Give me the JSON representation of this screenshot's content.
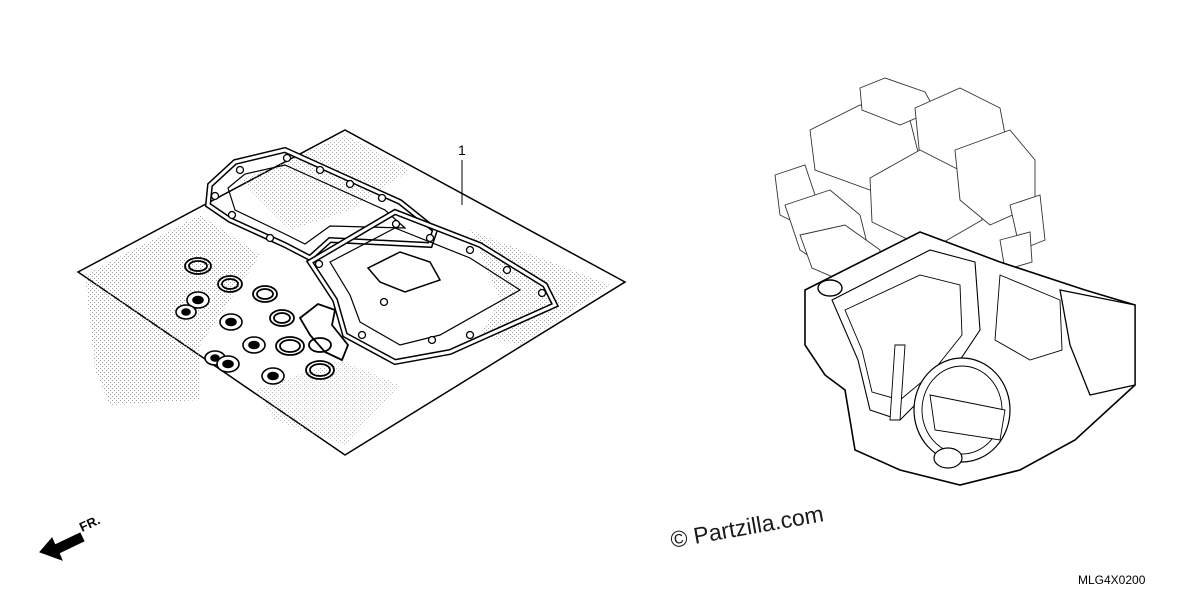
{
  "callouts": [
    {
      "number": "1"
    }
  ],
  "orientation": {
    "label": "FR."
  },
  "watermark": {
    "text": "© Partzilla.com"
  },
  "diagram_code": "MLG4X0200"
}
